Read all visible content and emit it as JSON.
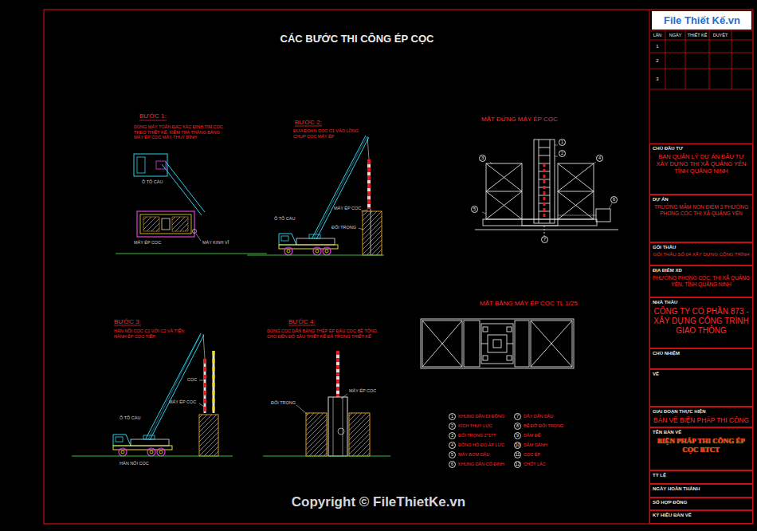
{
  "diagram": {
    "title": "CÁC BƯỚC THI CÔNG ÉP CỌC",
    "nodes": [
      {
        "text": [
          "1",
          "KHUNG DẪN DI ĐỘNG"
        ]
      },
      {
        "text": [
          "2",
          "KÍCH THUỶ LỰC"
        ]
      },
      {
        "text": [
          "3",
          "ĐỐI TRỌNG 2*17T"
        ]
      },
      {
        "text": [
          "4",
          "ĐỒNG HỒ ĐO ÁP LỰC"
        ]
      },
      {
        "text": [
          "5",
          "MÁY BƠM DẦU"
        ]
      },
      {
        "text": [
          "6",
          "KHUNG DẪN CỐ ĐỊNH"
        ]
      },
      {
        "text": [
          "7",
          "DÂY DẪN DẦU"
        ]
      },
      {
        "text": [
          "8",
          "BỆ ĐỠ ĐỐI TRỌNG"
        ]
      },
      {
        "text": [
          "9",
          "DẦM ĐẾ"
        ]
      },
      {
        "text": [
          "10",
          "DẦM GÁNH"
        ]
      },
      {
        "text": [
          "11",
          "CỌC ÉP"
        ]
      },
      {
        "text": [
          "12",
          "CHỐT LẮC"
        ]
      },
      {
        "text": [
          "1"
        ]
      },
      {
        "text": [
          "2"
        ]
      },
      {
        "text": [
          "3"
        ]
      },
      {
        "text": [
          "4"
        ]
      },
      {
        "text": [
          "5"
        ]
      },
      {
        "text": [
          "6"
        ]
      },
      {
        "text": [
          "7"
        ]
      },
      {
        "text": [
          "CHỦ ĐẦU TƯ",
          "BAN QUẢN LÝ DỰ ÁN ĐẦU TƯ XÂY DỰNG THỊ XÃ QUẢNG YÊN TỈNH QUẢNG NINH"
        ]
      },
      {
        "text": [
          "DỰ ÁN",
          "TRƯỜNG MẦM NON ĐIỂM 3 PHƯỜNG PHONG CỐC THỊ XÃ QUẢNG YÊN"
        ]
      },
      {
        "text": [
          "GÓI THẦU",
          "GÓI THẦU SỐ 04 XÂY DỰNG CÔNG TRÌNH"
        ]
      },
      {
        "text": [
          "ĐỊA ĐIỂM XD",
          "PHƯỜNG PHONG CỐC, THỊ XÃ QUẢNG YÊN, TỈNH QUẢNG NINH"
        ]
      },
      {
        "text": [
          "NHÀ THẦU",
          "CÔNG TY CỔ PHẦN 873 - XÂY DỰNG CÔNG TRÌNH GIAO THÔNG"
        ]
      },
      {
        "text": [
          "CHỦ NHIỆM"
        ]
      },
      {
        "text": [
          "VẼ"
        ]
      },
      {
        "text": [
          "GIAI ĐOẠN THỰC HIỆN",
          "BẢN VẼ BIỆN PHÁP THI CÔNG"
        ]
      },
      {
        "text": [
          "TÊN BẢN VẼ",
          "BIỆN PHÁP THI CÔNG ÉP CỌC BTCT"
        ]
      },
      {
        "text": [
          "TỶ LỆ"
        ]
      },
      {
        "text": [
          "NGÀY HOÀN THÀNH"
        ]
      },
      {
        "text": [
          "SỐ HỢP ĐỒNG"
        ]
      },
      {
        "text": [
          "KÝ HIỆU BẢN VẼ"
        ]
      }
    ],
    "labels": [
      "File Thiết Kế.vn",
      "LẦN",
      "NGÀY",
      "THIẾT KẾ",
      "DUYỆT",
      "1",
      "2",
      "3",
      "BƯỚC 1:",
      "DÙNG MÁY TOÀN ĐẠC XÁC ĐỊNH TIM CỌC THEO THIẾT KẾ. KIỂM TRA THĂNG BẰNG MÁY ÉP CỌC MÁY THUỶ BÌNH",
      "Ô TÔ CẨU",
      "MÁY ÉP CỌC",
      "MÁY KINH VĨ",
      "BƯỚC 2:",
      "ĐƯA ĐOẠN CỌC C1 VÀO LỒNG CHỤP CỌC MÁY ÉP",
      "Ô TÔ CẨU",
      "MÁY ÉP CỌC",
      "ĐỐI TRỌNG",
      "MẶT ĐỨNG MÁY ÉP CỌC",
      "BƯỚC 3:",
      "HÀN NỐI CỌC C1 VỚI C2 VÀ TIẾN HÀNH ÉP CỌC TIẾP",
      "Ô TÔ CẨU",
      "CỌC",
      "MÁY ÉP CỌC",
      "HÀN NỐI CỌC",
      "BƯỚC 4:",
      "DÙNG CỌC DẪN BẰNG THÉP ÉP ĐẦU CỌC BÊ TÔNG CHO ĐẾN ĐỘ SÂU THIẾT KẾ ĐÃ TRONG THIẾT KẾ",
      "MÁY ÉP CỌC",
      "ĐỐI TRỌNG",
      "MẶT BẰNG MÁY ÉP CỌC TL 1/25",
      "Copyright © FileThietKe.vn"
    ]
  }
}
